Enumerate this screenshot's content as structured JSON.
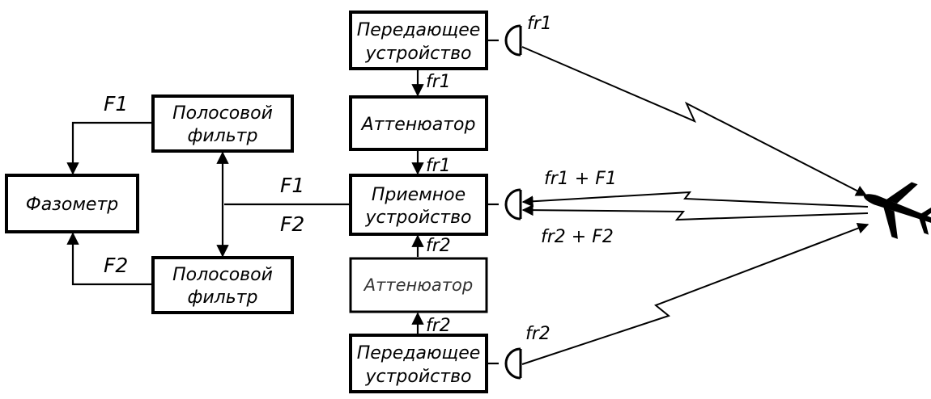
{
  "blocks": {
    "transmitter_top": [
      "Передающее",
      "устройство"
    ],
    "attenuator_top": [
      "Аттенюатор"
    ],
    "receiver": [
      "Приемное",
      "устройство"
    ],
    "attenuator_bottom": [
      "Аттенюатор"
    ],
    "transmitter_bottom": [
      "Передающее",
      "устройство"
    ],
    "filter_top": [
      "Полосовой",
      "фильтр"
    ],
    "filter_bottom": [
      "Полосовой",
      "фильтр"
    ],
    "phasemeter": [
      "Фазометр"
    ]
  },
  "signals": {
    "fr1_antenna": "fr1",
    "fr1_after_tx": "fr1",
    "fr1_after_att": "fr1",
    "fr2_after_att": "fr2",
    "fr2_after_tx": "fr2",
    "fr2_antenna": "fr2",
    "return1": "fr1 + F1",
    "return2": "fr2 + F2",
    "F1_filter": "F1",
    "F2_filter": "F2",
    "F1_line": "F1",
    "F2_line": "F2"
  },
  "icons": {
    "aircraft": "airplane-icon",
    "antenna": "dish-antenna-icon"
  }
}
